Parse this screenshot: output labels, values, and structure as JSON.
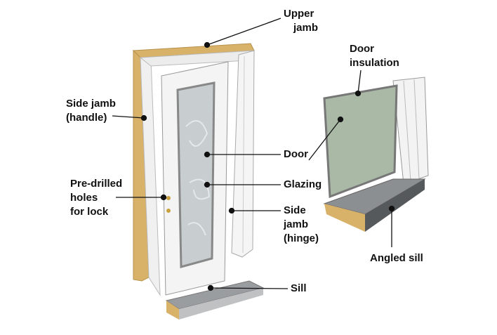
{
  "labels": {
    "upper_jamb": [
      "Upper",
      "jamb"
    ],
    "door_insulation": [
      "Door",
      "insulation"
    ],
    "side_jamb_handle": [
      "Side jamb",
      "(handle)"
    ],
    "door": "Door",
    "glazing": "Glazing",
    "pre_drilled": [
      "Pre-drilled",
      "holes",
      "for lock"
    ],
    "side_jamb_hinge": [
      "Side",
      "jamb",
      "(hinge)"
    ],
    "angled_sill": "Angled sill",
    "sill": "Sill"
  },
  "colors": {
    "wood": "#d9b26a",
    "frame": "#f2f2f2",
    "glass": "#a9b9a6",
    "sill": "#8c8f92",
    "line": "#111111"
  }
}
